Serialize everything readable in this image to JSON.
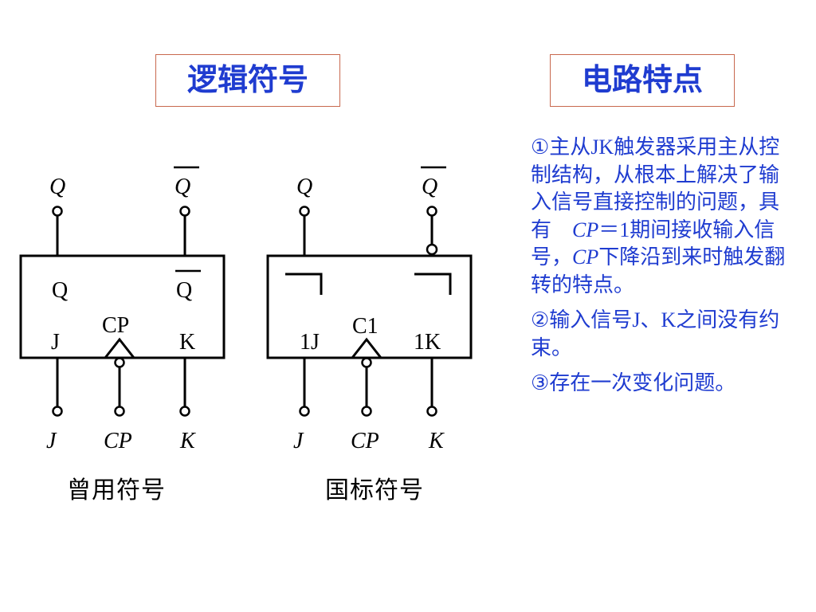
{
  "titles": {
    "logic_symbol": "逻辑符号",
    "circuit_features": "电路特点"
  },
  "captions": {
    "old_symbol": "曾用符号",
    "national_symbol": "国标符号"
  },
  "old_symbol": {
    "out_q": "Q",
    "out_qbar": "Q",
    "in_q": "Q",
    "in_qbar": "Q",
    "cp": "CP",
    "j": "J",
    "k": "K",
    "pin_j": "J",
    "pin_cp": "CP",
    "pin_k": "K"
  },
  "national_symbol": {
    "out_q": "Q",
    "out_qbar": "Q",
    "c1": "C1",
    "j": "1J",
    "k": "1K",
    "pin_j": "J",
    "pin_cp": "CP",
    "pin_k": "K"
  },
  "notes": {
    "p1_a": "①主从",
    "p1_jk": "JK",
    "p1_b": "触发器采用主从控制结构，从根本上解决了输入信号直接控制的问题，具有　",
    "p1_cp1": "CP",
    "p1_eq": "＝1",
    "p1_c": "期间接收输入信号，",
    "p1_cp2": "CP",
    "p1_d": "下降沿到来时触发翻转的特点。",
    "p2_a": "②输入信号",
    "p2_j": "J",
    "p2_b": "、",
    "p2_k": "K",
    "p2_c": "之间没有约束。",
    "p3": "③存在一次变化问题。"
  }
}
